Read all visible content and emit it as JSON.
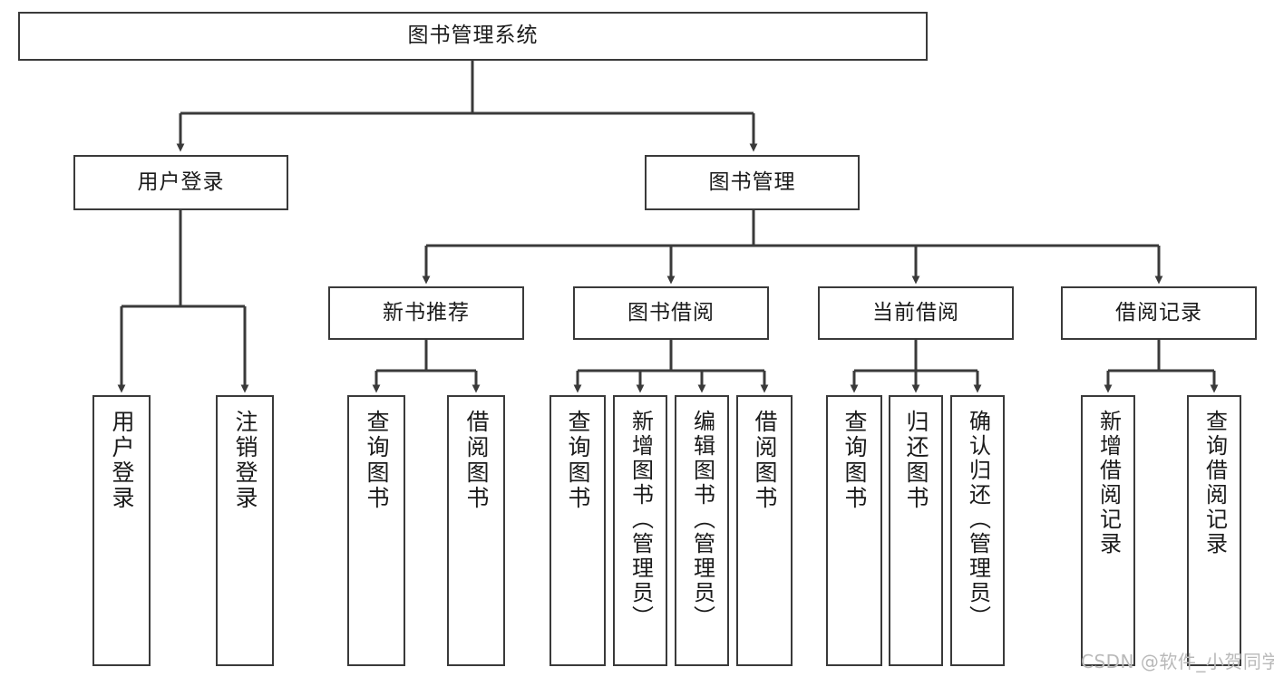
{
  "diagram": {
    "type": "tree",
    "title": "图书管理系统",
    "orientation": "top-down",
    "colors": {
      "box_border": "#3a3a3a",
      "box_fill": "#ffffff",
      "connector": "#3a3a3a",
      "text": "#1a1a1a",
      "background": "#ffffff",
      "watermark": "#b9b9b9"
    }
  },
  "root": {
    "label": "图书管理系统"
  },
  "level2": [
    {
      "label": "用户登录"
    },
    {
      "label": "图书管理"
    }
  ],
  "level3": [
    {
      "label": "新书推荐"
    },
    {
      "label": "图书借阅"
    },
    {
      "label": "当前借阅"
    },
    {
      "label": "借阅记录"
    }
  ],
  "leaves": {
    "user_login": [
      {
        "label": "用户登录"
      },
      {
        "label": "注销登录"
      }
    ],
    "new_book": [
      {
        "label": "查询图书"
      },
      {
        "label": "借阅图书"
      }
    ],
    "book_borrow": [
      {
        "label": "查询图书"
      },
      {
        "label": "新增图书（管理员）"
      },
      {
        "label": "编辑图书（管理员）"
      },
      {
        "label": "借阅图书"
      }
    ],
    "current_borrow": [
      {
        "label": "查询图书"
      },
      {
        "label": "归还图书"
      },
      {
        "label": "确认归还（管理员）"
      }
    ],
    "borrow_record": [
      {
        "label": "新增借阅记录"
      },
      {
        "label": "查询借阅记录"
      }
    ]
  },
  "watermark": {
    "text": "CSDN @软件_小贺同学"
  }
}
